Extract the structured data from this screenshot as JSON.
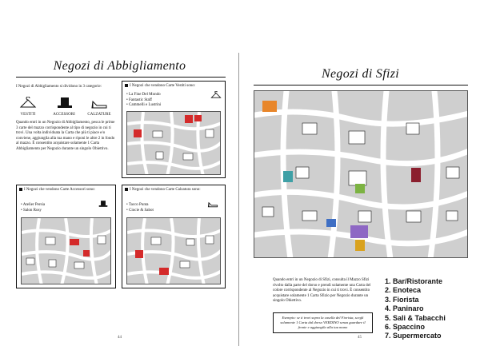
{
  "left": {
    "title": "Negozi di Abbigliamento",
    "intro": "I Negozi di Abbigliamento si dividono in 3 categorie:",
    "categories": [
      "VESTITI",
      "ACCESSORI",
      "CALZATURE"
    ],
    "body": "Quando entri in un Negozio di Abbigliamento, pesca le prime 3 carte del mazzo corrispondente al tipo di negozio in cui ti trovi. Una volta individuata la Carta che più ti piace e/o conviene, aggiungila alla tua mano e riponi le altre 2 in fondo al mazzo. È consentito acquistare solamente 1 Carta Abbigliamento per Negozio durante un singolo Obiettivo.",
    "vestiti_box": {
      "heading": "I Negozi che vendono Carte Vestiti sono:",
      "items": [
        "La Fine Del Mondo",
        "Fantastic Staff",
        "Cammelli e Lustrini"
      ]
    },
    "accessori_box": {
      "heading": "I Negozi che vendono Carte Accessori sono:",
      "items": [
        "Atelier Persia",
        "Salon Rosy"
      ]
    },
    "calzature_box": {
      "heading": "I Negozi che vendono Carte Calzatura sono:",
      "items": [
        "Tacco Punta",
        "Ciocie & Sabot"
      ]
    },
    "page_number": "44"
  },
  "right": {
    "title": "Negozi di Sfizi",
    "body": "Quando entri in un Negozio di Sfizi, consulta il Mazzo Sfizi rivolto dalla parte del dorso e prendi solamente una Carta del colore corrispondente al Negozio in cui ti trovi. È consentito acquistare solamente 1 Carta Sfizio per Negozio durante un singolo Obiettivo.",
    "example": "Esempio: se ti trovi sopra la casella del Fiorista, scegli solamente 1 Carta dal dorso VERDINO senza guardare il fronte e aggiungila alla tua mano",
    "shops": [
      "1. Bar/Ristorante",
      "2. Enoteca",
      "3. Fiorista",
      "4. Paninaro",
      "5. Sali & Tabacchi",
      "6. Spaccino",
      "7. Supermercato"
    ],
    "page_number": "45"
  },
  "colors": {
    "map_gray": "#cfcfcf",
    "road": "#ffffff",
    "highlight_red": "#d42a2a",
    "shop_orange": "#e8862a",
    "shop_teal": "#3fa0a6",
    "shop_green": "#7cb342",
    "shop_purple": "#8e67c4",
    "shop_gold": "#d9a21f",
    "shop_wine": "#8b1f2e",
    "shop_blue": "#3f6fc4"
  },
  "icons": [
    "hanger-icon",
    "hat-icon",
    "high-heel-icon"
  ]
}
